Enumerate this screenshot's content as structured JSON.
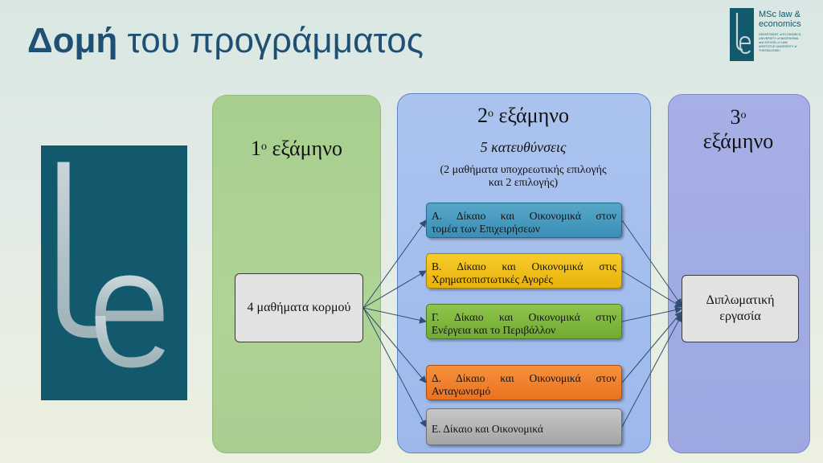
{
  "title": {
    "bold": "Δομή",
    "rest": " του προγράμματος"
  },
  "corner_logo": {
    "name_line1": "MSc law &",
    "name_line2": "economics",
    "sub_line1": "DEPARTMENT of ECONOMICS,",
    "sub_line2": "UNIVERSITY of MACEDONIA",
    "sub_line3": "and SCHOOL of LAW,",
    "sub_line4": "ARISTOTLE UNIVERSITY of THESSALONIKI"
  },
  "semester1": {
    "number": "1",
    "ordinal": "ο",
    "word": " εξάμηνο",
    "core_box": "4 μαθήματα κορμού"
  },
  "semester2": {
    "number": "2",
    "ordinal": "ο",
    "word": " εξάμηνο",
    "tracks_label": "5 κατευθύνσεις",
    "tracks_note_line1": "(2 μαθήματα υποχρεωτικής επιλογής",
    "tracks_note_line2": "και 2 επιλογής)",
    "tracks": [
      {
        "line1": "Α. Δίκαιο και Οικονομικά στον",
        "line2": "τομέα των Επιχειρήσεων",
        "color": "#3a8fb6"
      },
      {
        "line1": "Β. Δίκαιο και Οικονομικά στις",
        "line2": "Χρηματοπιστωτικές Αγορές",
        "color": "#e9b20b"
      },
      {
        "line1": "Γ. Δίκαιο και Οικονομικά στην",
        "line2": "Ενέργεια και το Περιβάλλον",
        "color": "#71ab31"
      },
      {
        "line1": "Δ. Δίκαιο και Οικονομικά στον",
        "line2": "Ανταγωνισμό",
        "color": "#ea7220"
      },
      {
        "line1": "Ε. Δίκαιο και Οικονομικά",
        "line2": "",
        "color": "#a4a4a4"
      }
    ]
  },
  "semester3": {
    "number": "3",
    "ordinal": "ο",
    "word_line2": "εξάμηνο",
    "thesis_box": "Διπλωματική εργασία"
  },
  "colors": {
    "title": "#1f4f72",
    "brand": "#12596e",
    "panel1": "#a8cf8f",
    "panel2": "#9db9ec",
    "panel3": "#9da7e1",
    "arrow": "#2f4f6f"
  },
  "icons": [
    "le-monogram-logo",
    "le-monogram-small-logo",
    "arrow-connector"
  ]
}
